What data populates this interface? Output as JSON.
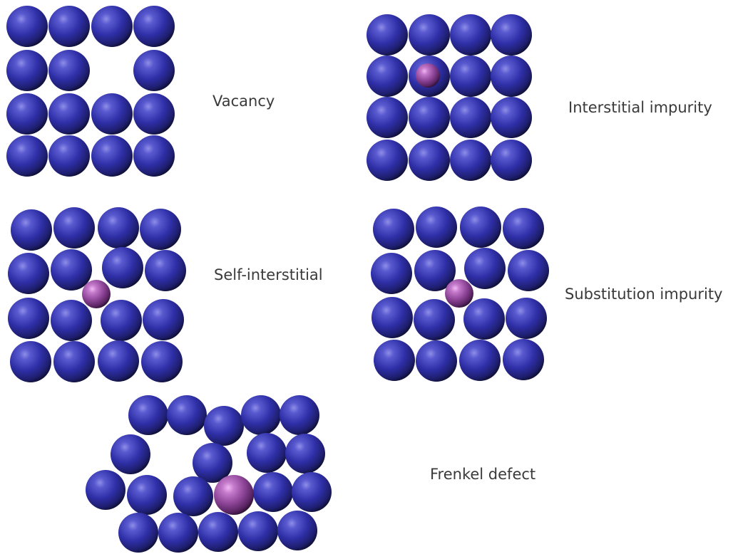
{
  "diagrams": [
    {
      "id": "vacancy",
      "label": "Vacancy"
    },
    {
      "id": "interstitial-impurity",
      "label": "Interstitial impurity"
    },
    {
      "id": "self-interstitial",
      "label": "Self-interstitial"
    },
    {
      "id": "substitution-impurity",
      "label": "Substitution impurity"
    },
    {
      "id": "frenkel-defect",
      "label": "Frenkel defect"
    }
  ],
  "colors": {
    "host_atom": "#2e2e9a",
    "defect_atom": "#9a4aa6"
  }
}
